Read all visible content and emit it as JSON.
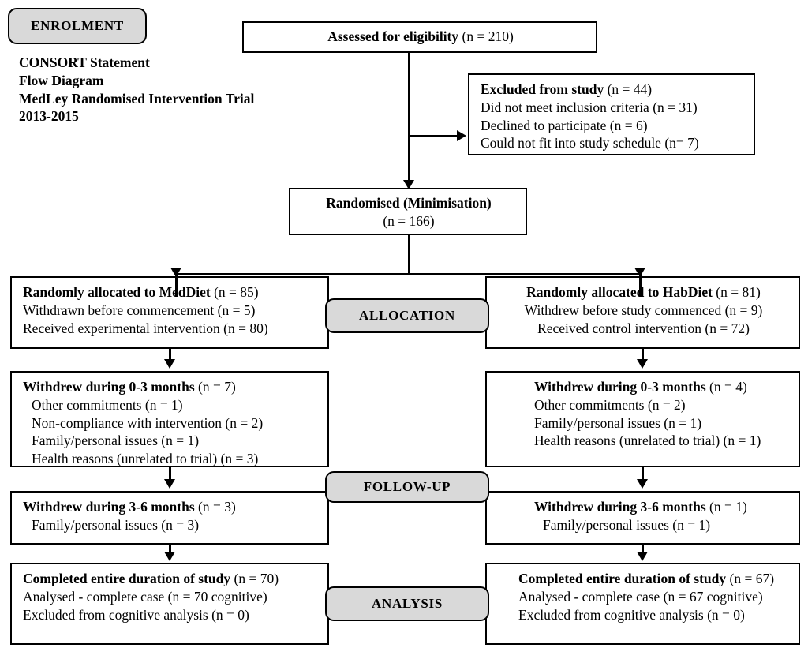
{
  "stages": {
    "enrolment": "ENROLMENT",
    "allocation": "ALLOCATION",
    "followup": "FOLLOW-UP",
    "analysis": "ANALYSIS"
  },
  "caption": {
    "line1": "CONSORT Statement",
    "line2": "Flow Diagram",
    "line3": "MedLey Randomised Intervention Trial",
    "line4": "2013-2015"
  },
  "enrolment": {
    "assessed": {
      "heading": "Assessed for eligibility",
      "count": "(n = 210)"
    },
    "excluded": {
      "heading": "Excluded from study",
      "count": "(n = 44)",
      "reasons": [
        "Did not meet inclusion criteria (n = 31)",
        "Declined to participate (n = 6)",
        "Could not fit into study schedule (n= 7)"
      ]
    },
    "randomised": {
      "heading": "Randomised (Minimisation)",
      "count": "(n = 166)"
    }
  },
  "allocation": {
    "left": {
      "heading": "Randomly allocated to MedDiet",
      "count": "(n = 85)",
      "lines": [
        "Withdrawn before commencement (n = 5)",
        "Received experimental intervention (n = 80)"
      ]
    },
    "right": {
      "heading": "Randomly allocated to HabDiet",
      "count": "(n = 81)",
      "lines": [
        "Withdrew before study commenced (n = 9)",
        "Received control intervention (n = 72)"
      ]
    }
  },
  "followup_0_3": {
    "left": {
      "heading": "Withdrew during 0-3 months",
      "count": "(n = 7)",
      "lines": [
        "Other commitments (n = 1)",
        "Non-compliance with intervention (n = 2)",
        "Family/personal issues (n = 1)",
        "Health reasons (unrelated to trial) (n = 3)"
      ]
    },
    "right": {
      "heading": "Withdrew during 0-3 months",
      "count": "(n = 4)",
      "lines": [
        "Other commitments (n = 2)",
        "Family/personal issues (n = 1)",
        "Health reasons (unrelated to trial) (n = 1)"
      ]
    }
  },
  "followup_3_6": {
    "left": {
      "heading": "Withdrew during 3-6 months",
      "count": "(n = 3)",
      "lines": [
        "Family/personal issues (n = 3)"
      ]
    },
    "right": {
      "heading": "Withdrew during 3-6 months",
      "count": "(n = 1)",
      "lines": [
        "Family/personal issues (n = 1)"
      ]
    }
  },
  "analysis": {
    "left": {
      "heading": "Completed entire duration of study",
      "count": "(n = 70)",
      "lines": [
        "Analysed - complete case (n = 70 cognitive)",
        "Excluded from cognitive analysis (n = 0)"
      ]
    },
    "right": {
      "heading": "Completed entire duration of study",
      "count": "(n = 67)",
      "lines": [
        "Analysed - complete case (n = 67 cognitive)",
        "Excluded from cognitive analysis (n = 0)"
      ]
    }
  },
  "colors": {
    "stage_fill": "#d9d9d9",
    "stroke": "#000000",
    "background": "#ffffff"
  }
}
